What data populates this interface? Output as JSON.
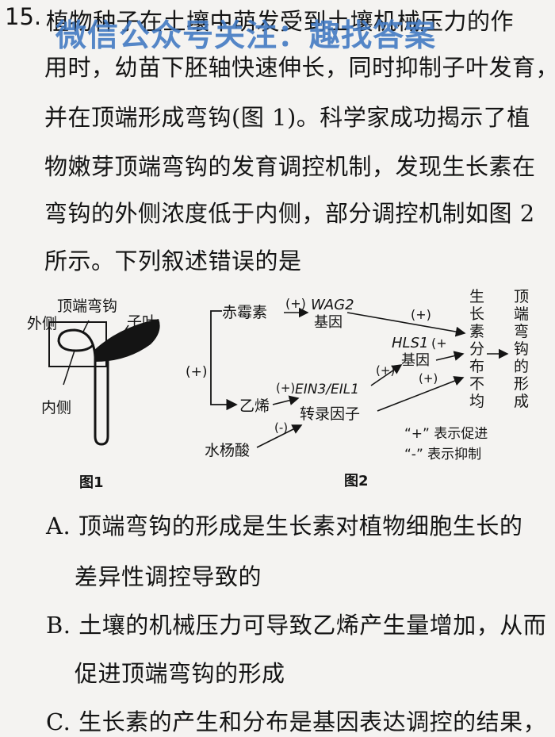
{
  "question": {
    "number": "15.",
    "lines": [
      "植物种子在土壤中萌发受到土壤机械压力的作",
      "用时，幼苗下胚轴快速伸长，同时抑制子叶发育，",
      "并在顶端形成弯钩(图 1)。科学家成功揭示了植",
      "物嫩芽顶端弯钩的发育调控机制，发现生长素在",
      "弯钩的外侧浓度低于内侧，部分调控机制如图 2",
      "所示。下列叙述错误的是"
    ]
  },
  "watermark": "微信公众号关注：趣找答案",
  "figure1": {
    "label_hook": "顶端弯钩",
    "label_outer": "外侧",
    "label_cotyledon": "子叶",
    "label_inner": "内侧",
    "caption": "图1"
  },
  "figure2": {
    "gibberellin": "赤霉素",
    "wag2": "WAG2",
    "gene": "基因",
    "hls1": "HLS1",
    "ethylene": "乙烯",
    "ein3": "EIN3/EIL1",
    "tf": "转录因子",
    "salicylic": "水杨酸",
    "plus": "(+)",
    "minus": "(-)",
    "plus_short": "(+",
    "auxin_uneven": [
      "生",
      "长",
      "素",
      "分",
      "布",
      "不",
      "均"
    ],
    "hook_formation": [
      "顶",
      "端",
      "弯",
      "钩",
      "的",
      "形",
      "成"
    ],
    "legend_plus": "“+” 表示促进",
    "legend_minus": "“-” 表示抑制",
    "caption": "图2"
  },
  "options": [
    "A. 顶端弯钩的形成是生长素对植物细胞生长的",
    "差异性调控导致的",
    "B. 土壤的机械压力可导致乙烯产生量增加，从而",
    "促进顶端弯钩的形成",
    "C. 生长素的产生和分布是基因表达调控的结果，"
  ]
}
